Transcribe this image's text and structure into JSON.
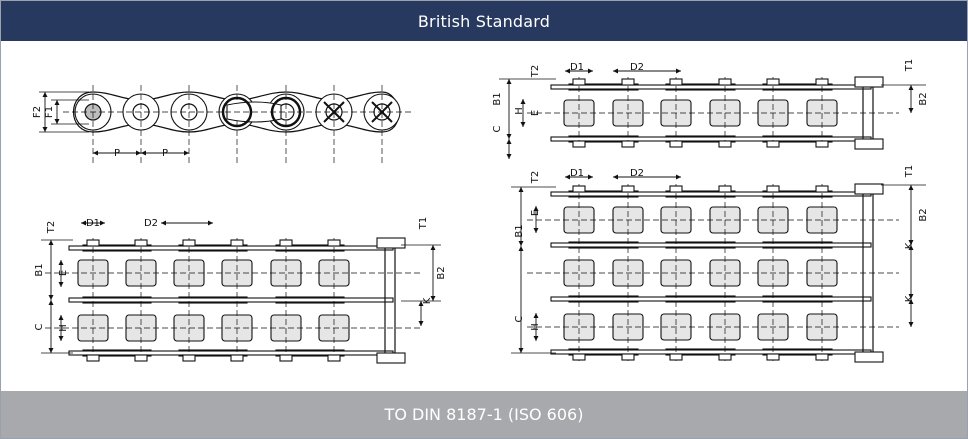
{
  "header": {
    "title": "British Standard"
  },
  "footer": {
    "text": "TO DIN 8187-1 (ISO 606)"
  },
  "labels": {
    "P": "P",
    "F1": "F1",
    "F2": "F2",
    "D1": "D1",
    "D2": "D2",
    "T1": "T1",
    "T2": "T2",
    "B1": "B1",
    "B2": "B2",
    "E": "E",
    "H": "H",
    "C": "C",
    "K": "K"
  },
  "colors": {
    "header": "#27395f",
    "footer": "#a7a9ac",
    "line": "#111111",
    "roller": "#e6e6e6"
  }
}
